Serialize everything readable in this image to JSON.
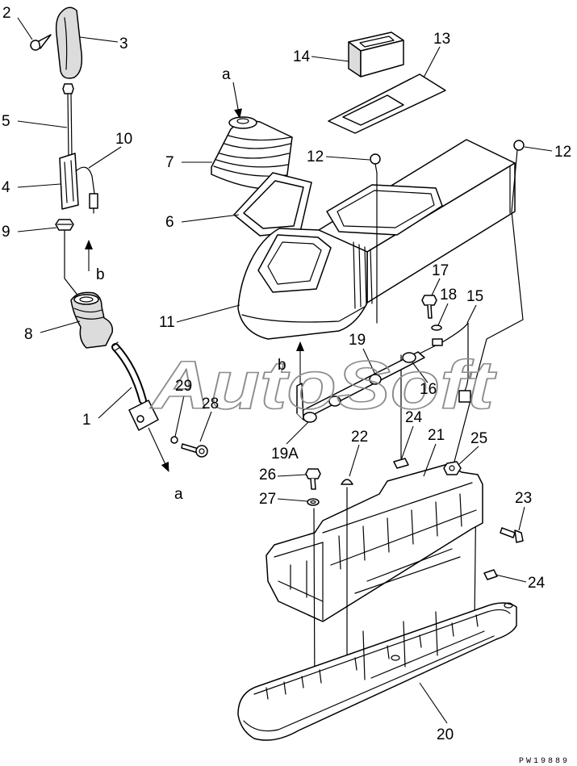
{
  "diagram": {
    "callouts": [
      {
        "text": "2"
      },
      {
        "text": "3"
      },
      {
        "text": "5"
      },
      {
        "text": "10"
      },
      {
        "text": "4"
      },
      {
        "text": "9"
      },
      {
        "text": "b"
      },
      {
        "text": "8"
      },
      {
        "text": "1"
      },
      {
        "text": "29"
      },
      {
        "text": "28"
      },
      {
        "text": "a"
      },
      {
        "text": "a"
      },
      {
        "text": "7"
      },
      {
        "text": "6"
      },
      {
        "text": "11"
      },
      {
        "text": "14"
      },
      {
        "text": "13"
      },
      {
        "text": "12"
      },
      {
        "text": "12"
      },
      {
        "text": "17"
      },
      {
        "text": "18"
      },
      {
        "text": "15"
      },
      {
        "text": "19"
      },
      {
        "text": "16"
      },
      {
        "text": "b"
      },
      {
        "text": "24"
      },
      {
        "text": "21"
      },
      {
        "text": "22"
      },
      {
        "text": "25"
      },
      {
        "text": "19A"
      },
      {
        "text": "26"
      },
      {
        "text": "27"
      },
      {
        "text": "23"
      },
      {
        "text": "24"
      },
      {
        "text": "20"
      }
    ],
    "drawing_code": "PW19889",
    "watermark": "AutoSoft"
  },
  "colors": {
    "line": "#000000",
    "background": "#ffffff",
    "watermark": "#8c8c8c"
  }
}
